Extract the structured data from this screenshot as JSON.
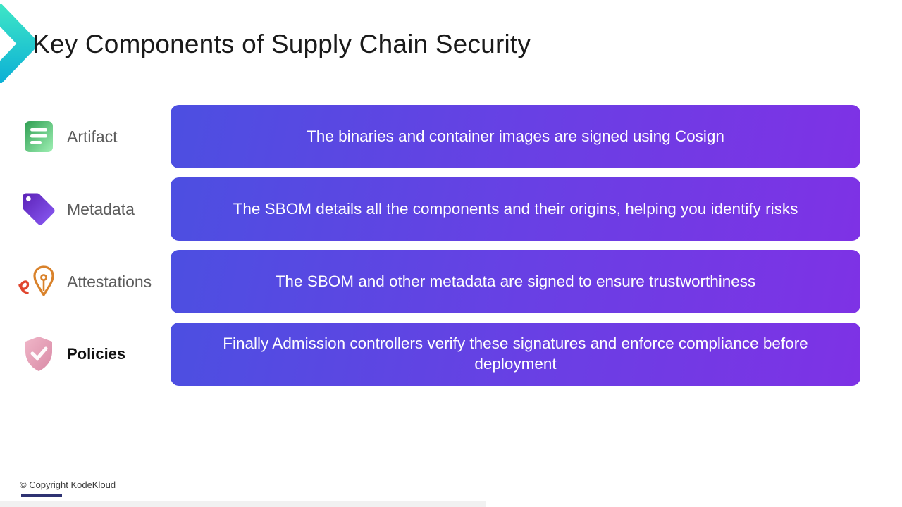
{
  "slide": {
    "title": "Key Components of Supply Chain Security",
    "copyright": "© Copyright KodeKloud"
  },
  "components": [
    {
      "label": "Artifact",
      "icon": "document-list-icon",
      "description": "The binaries and container images are signed using Cosign"
    },
    {
      "label": "Metadata",
      "icon": "tag-icon",
      "description": "The SBOM details all the components and their origins, helping you identify risks"
    },
    {
      "label": "Attestations",
      "icon": "signature-pen-icon",
      "description": "The SBOM and other metadata are signed to ensure trustworthiness"
    },
    {
      "label": "Policies",
      "icon": "shield-check-icon",
      "description": "Finally Admission controllers verify these signatures and enforce compliance before deployment"
    }
  ],
  "colors": {
    "pill_gradient_start": "#4c4fe1",
    "pill_gradient_end": "#7e32e5",
    "title": "#1a1a1a",
    "label": "#5b5b5b",
    "logo_teal_light": "#3ee6c6",
    "logo_teal_dark": "#0cb0d6",
    "artifact_green_dark": "#2f9e52",
    "artifact_green_light": "#9ff0b4",
    "metadata_purple_dark": "#5b21b6",
    "metadata_purple_light": "#8b5cf6",
    "attestation_orange": "#d9822b",
    "attestation_red": "#e0452e",
    "policies_pink_light": "#f0b6c8",
    "policies_pink_dark": "#d98aa6"
  }
}
